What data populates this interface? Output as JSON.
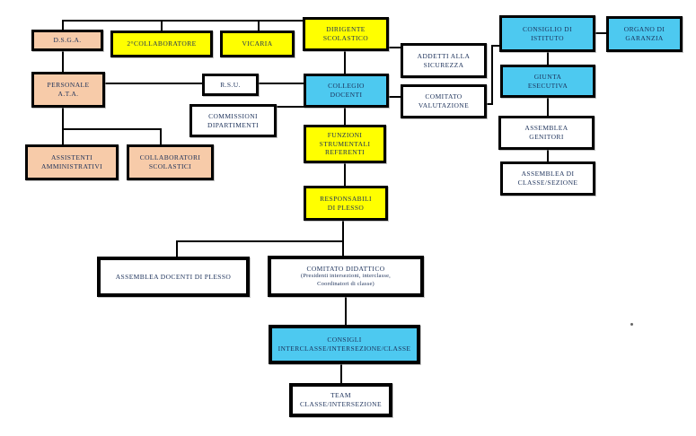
{
  "diagram_type": "school-organization-chart",
  "colors": {
    "yellow": "#ffff00",
    "cyan": "#4dc9f0",
    "peach": "#f7cba9",
    "white": "#ffffff",
    "border": "#000000",
    "text": "#1b3059"
  },
  "nodes": [
    {
      "id": "dsga",
      "fill": "peach",
      "lines": [
        "D.S.G.A."
      ]
    },
    {
      "id": "secondo-collaboratore",
      "fill": "yellow",
      "lines": [
        "2°COLLABORATORE"
      ]
    },
    {
      "id": "vicaria",
      "fill": "yellow",
      "lines": [
        "VICARIA"
      ]
    },
    {
      "id": "dirigente-scolastico",
      "fill": "yellow",
      "lines": [
        "DIRIGENTE",
        "SCOLASTICO"
      ]
    },
    {
      "id": "consiglio-di-istituto",
      "fill": "cyan",
      "lines": [
        "CONSIGLIO DI",
        "ISTITUTO"
      ]
    },
    {
      "id": "organo-di-garanzia",
      "fill": "cyan",
      "lines": [
        "ORGANO DI",
        "GARANZIA"
      ]
    },
    {
      "id": "addetti-alla-sicurezza",
      "fill": "white",
      "lines": [
        "ADDETTI ALLA",
        "SICUREZZA"
      ]
    },
    {
      "id": "personale-ata",
      "fill": "peach",
      "lines": [
        "PERSONALE",
        "A.T.A."
      ]
    },
    {
      "id": "rsu",
      "fill": "white",
      "lines": [
        "R.S.U."
      ]
    },
    {
      "id": "collegio-docenti",
      "fill": "cyan",
      "lines": [
        "COLLEGIO",
        "DOCENTI"
      ]
    },
    {
      "id": "comitato-valutazione",
      "fill": "white",
      "lines": [
        "COMITATO",
        "VALUTAZIONE"
      ]
    },
    {
      "id": "giunta-esecutiva",
      "fill": "cyan",
      "lines": [
        "GIUNTA",
        "ESECUTIVA"
      ]
    },
    {
      "id": "commissioni-dipartimenti",
      "fill": "white",
      "lines": [
        "COMMISSIONI",
        "DIPARTIMENTI"
      ]
    },
    {
      "id": "funzioni-strumentali-referenti",
      "fill": "yellow",
      "lines": [
        "FUNZIONI",
        "STRUMENTALI",
        "REFERENTI"
      ]
    },
    {
      "id": "assemblea-genitori",
      "fill": "white",
      "lines": [
        "ASSEMBLEA",
        "GENITORI"
      ]
    },
    {
      "id": "assistenti-amministrativi",
      "fill": "peach",
      "lines": [
        "ASSISTENTI",
        "AMMINISTRATIVI"
      ]
    },
    {
      "id": "collaboratori-scolastici",
      "fill": "peach",
      "lines": [
        "COLLABORATORI",
        "SCOLASTICI"
      ]
    },
    {
      "id": "assemblea-di-classe-sezione",
      "fill": "white",
      "lines": [
        "ASSEMBLEA DI",
        "CLASSE/SEZIONE"
      ]
    },
    {
      "id": "responsabili-di-plesso",
      "fill": "yellow",
      "lines": [
        "RESPONSABILI",
        "DI PLESSO"
      ]
    },
    {
      "id": "assemblea-docenti-di-plesso",
      "fill": "white",
      "lines": [
        "ASSEMBLEA DOCENTI DI PLESSO"
      ]
    },
    {
      "id": "comitato-didattico",
      "fill": "white",
      "lines": [
        "COMITATO DIDATTICO",
        "(Presidenti intersezioni, interclasse,",
        "Coordinatori di classe)"
      ]
    },
    {
      "id": "consigli-interclasse-intersezione-classe",
      "fill": "cyan",
      "lines": [
        "CONSIGLI",
        "INTERCLASSE/INTERSEZIONE/CLASSE"
      ]
    },
    {
      "id": "team-classe-intersezione",
      "fill": "white",
      "lines": [
        "TEAM",
        "CLASSE/INTERSEZIONE"
      ]
    }
  ]
}
